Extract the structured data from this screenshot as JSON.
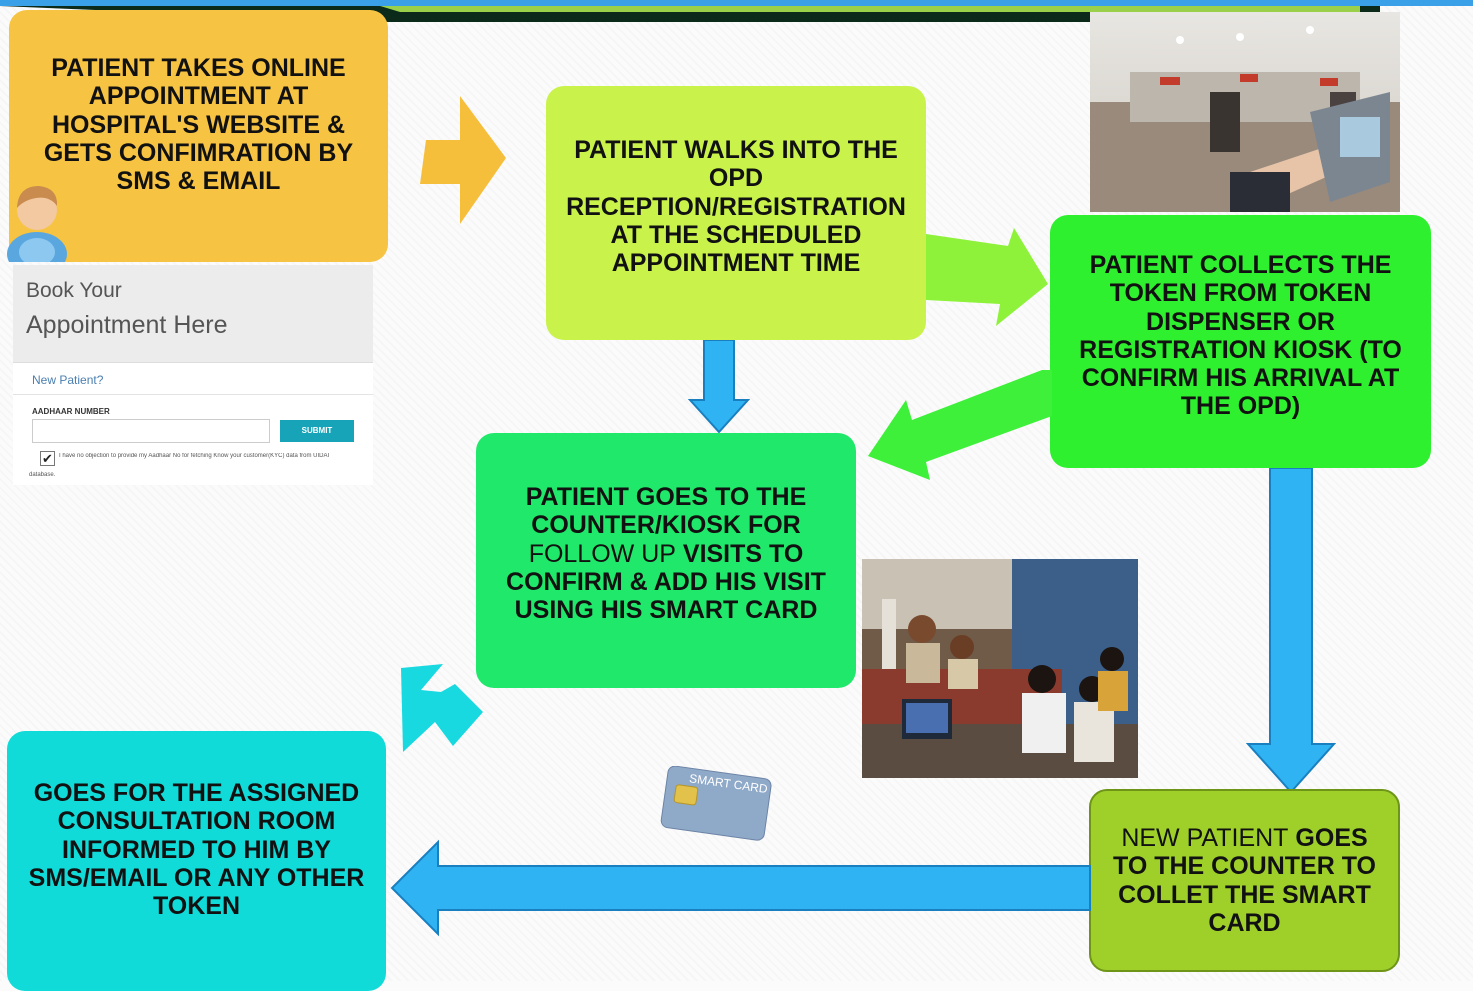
{
  "steps": {
    "step1": "PATIENT TAKES ONLINE APPOINTMENT AT HOSPITAL'S WEBSITE & GETS CONFIMRATION BY SMS & EMAIL",
    "step2": "PATIENT WALKS INTO THE OPD RECEPTION/REGISTRATION AT THE SCHEDULED APPOINTMENT TIME",
    "step3": "PATIENT COLLECTS THE TOKEN FROM TOKEN DISPENSER OR REGISTRATION KIOSK (TO CONFIRM HIS ARRIVAL AT THE OPD)",
    "step4_a": "PATIENT GOES TO THE COUNTER/KIOSK FOR",
    "step4_b": "FOLLOW UP",
    "step4_c": "VISITS TO CONFIRM & ADD HIS VISIT USING HIS SMART CARD",
    "step5_a": "NEW PATIENT",
    "step5_b": "GOES TO THE COUNTER TO COLLET THE SMART CARD",
    "step6": "GOES FOR THE ASSIGNED CONSULTATION ROOM INFORMED TO HIM BY SMS/EMAIL OR ANY OTHER TOKEN"
  },
  "booking_form": {
    "title_line1": "Book Your",
    "title_line2": "Appointment Here",
    "new_patient_link": "New Patient?",
    "aadhaar_label": "AADHAAR NUMBER",
    "aadhaar_value": "",
    "submit_label": "SUBMIT",
    "consent_text": "I have no objection to provide my Aadhaar No for fetching Know your customer(KYC) data from UIDAI",
    "consent_text_2": "database."
  },
  "smart_card": {
    "label": "SMART CARD"
  },
  "colors": {
    "step1": "#f6c342",
    "step2": "#c9f24b",
    "step3": "#2ef02e",
    "step4": "#1fe86a",
    "step5": "#9fd02a",
    "step6": "#11dbd8",
    "arrow_orange": "#f5bf3b",
    "arrow_green": "#8ef23a",
    "arrow_blue": "#2fb3f2",
    "arrow_cyan": "#18d9e0"
  }
}
